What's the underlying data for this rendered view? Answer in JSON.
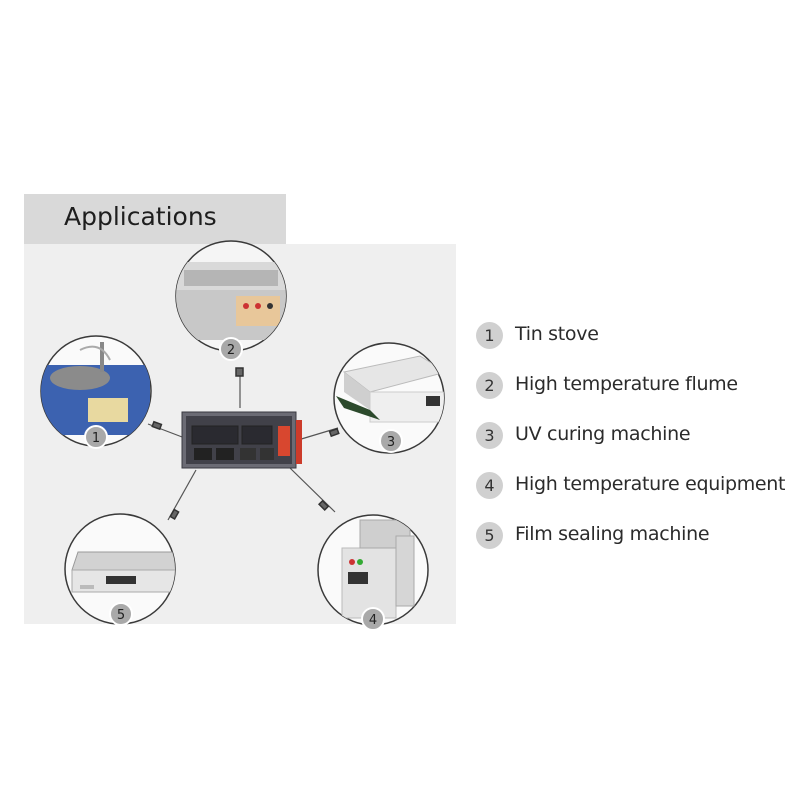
{
  "header": {
    "title": "Applications"
  },
  "diagram": {
    "callouts": [
      {
        "number": "1"
      },
      {
        "number": "2"
      },
      {
        "number": "3"
      },
      {
        "number": "4"
      },
      {
        "number": "5"
      }
    ]
  },
  "list": {
    "items": [
      {
        "number": "1",
        "label": "Tin stove"
      },
      {
        "number": "2",
        "label": "High temperature flume"
      },
      {
        "number": "3",
        "label": "UV curing machine"
      },
      {
        "number": "4",
        "label": "High temperature equipment"
      },
      {
        "number": "5",
        "label": "Film sealing machine"
      }
    ]
  }
}
